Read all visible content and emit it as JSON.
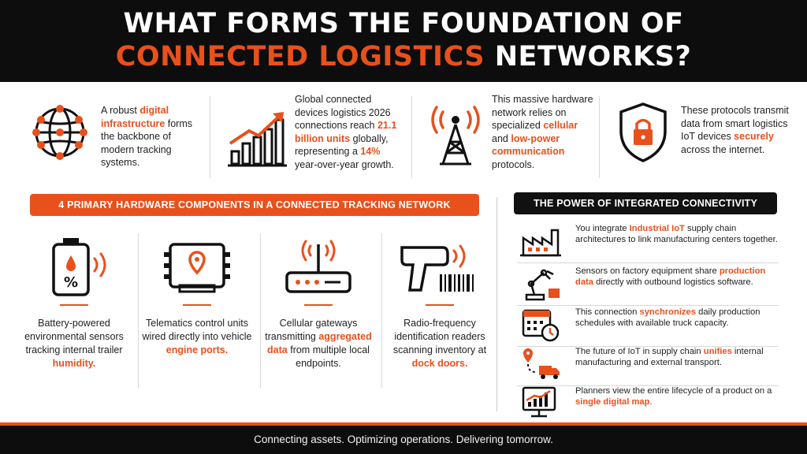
{
  "header": {
    "line1": "WHAT FORMS THE FOUNDATION OF",
    "line2_highlight": "CONNECTED LOGISTICS",
    "line2_rest": " NETWORKS?"
  },
  "stats": [
    {
      "icon": "globe-network-icon",
      "parts": [
        "A robust ",
        "digital infrastructure",
        " forms the backbone of modern tracking systems."
      ]
    },
    {
      "icon": "growth-chart-icon",
      "parts": [
        "Global connected devices logistics 2026 connections reach ",
        "21.1 billion units",
        " globally, representing a ",
        "14%",
        " year-over-year growth."
      ]
    },
    {
      "icon": "cell-tower-icon",
      "parts": [
        "This massive hardware network relies on specialized ",
        "cellular",
        " and ",
        "low-power communication",
        " protocols."
      ]
    },
    {
      "icon": "security-shield-icon",
      "parts": [
        "These protocols transmit data from smart logistics IoT devices ",
        "securely",
        " across the internet."
      ]
    }
  ],
  "left_banner": "4 PRIMARY HARDWARE COMPONENTS IN A CONNECTED TRACKING NETWORK",
  "components": [
    {
      "icon": "battery-sensor-icon",
      "parts": [
        "Battery-powered environmental sensors tracking internal trailer ",
        "humidity."
      ]
    },
    {
      "icon": "telematics-unit-icon",
      "parts": [
        "Telematics control units wired directly into vehicle ",
        "engine ports."
      ]
    },
    {
      "icon": "cellular-gateway-icon",
      "parts": [
        "Cellular gateways transmitting ",
        "aggregated data",
        " from multiple local endpoints."
      ]
    },
    {
      "icon": "rfid-scanner-icon",
      "parts": [
        "Radio-frequency identification readers scanning inventory at ",
        "dock doors."
      ]
    }
  ],
  "right_title": "THE POWER OF INTEGRATED CONNECTIVITY",
  "connectivity": [
    {
      "icon": "factory-icon",
      "parts": [
        "You integrate ",
        "Industrial IoT",
        " supply chain architectures to link manufacturing centers together."
      ]
    },
    {
      "icon": "robot-arm-icon",
      "parts": [
        "Sensors on factory equipment share ",
        "production data",
        " directly with outbound logistics software."
      ]
    },
    {
      "icon": "calendar-clock-icon",
      "parts": [
        "This connection ",
        "synchronizes",
        " daily production schedules with available truck capacity."
      ]
    },
    {
      "icon": "route-truck-icon",
      "parts": [
        "The future of IoT in supply chain ",
        "unifies",
        " internal manufacturing and external transport."
      ]
    },
    {
      "icon": "monitor-chart-icon",
      "parts": [
        "Planners view the entire lifecycle of a product on a ",
        "single digital map",
        "."
      ]
    }
  ],
  "footer": "Connecting assets. Optimizing operations. Delivering tomorrow.",
  "colors": {
    "accent": "#e8501c",
    "dark": "#0d0d0d",
    "text": "#1f1f1f"
  }
}
